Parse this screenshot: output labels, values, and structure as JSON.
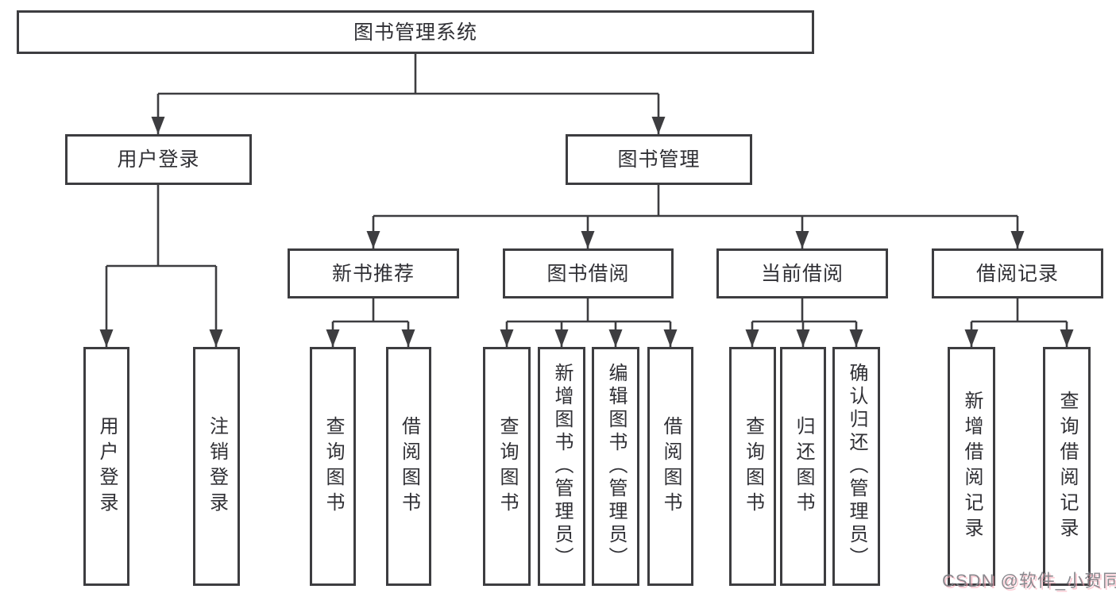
{
  "diagram": {
    "line_color": "#3d3d40",
    "box_border_color": "#3d3d40",
    "text_color": "#303035",
    "root": {
      "label": "图书管理系统",
      "children": [
        {
          "label": "用户登录",
          "children": [
            {
              "label": "用户登录"
            },
            {
              "label": "注销登录"
            }
          ]
        },
        {
          "label": "图书管理",
          "children": [
            {
              "label": "新书推荐",
              "children": [
                {
                  "label": "查询图书"
                },
                {
                  "label": "借阅图书"
                }
              ]
            },
            {
              "label": "图书借阅",
              "children": [
                {
                  "label": "查询图书"
                },
                {
                  "label": "新增图书（管理员）"
                },
                {
                  "label": "编辑图书（管理员）"
                },
                {
                  "label": "借阅图书"
                }
              ]
            },
            {
              "label": "当前借阅",
              "children": [
                {
                  "label": "查询图书"
                },
                {
                  "label": "归还图书"
                },
                {
                  "label": "确认归还（管理员）"
                }
              ]
            },
            {
              "label": "借阅记录",
              "children": [
                {
                  "label": "新增借阅记录"
                },
                {
                  "label": "查询借阅记录"
                }
              ]
            }
          ]
        }
      ]
    }
  },
  "watermark": {
    "text": "CSDN @软件_小贺同学",
    "color": "#80808 5",
    "accent": "#ffaab9"
  }
}
